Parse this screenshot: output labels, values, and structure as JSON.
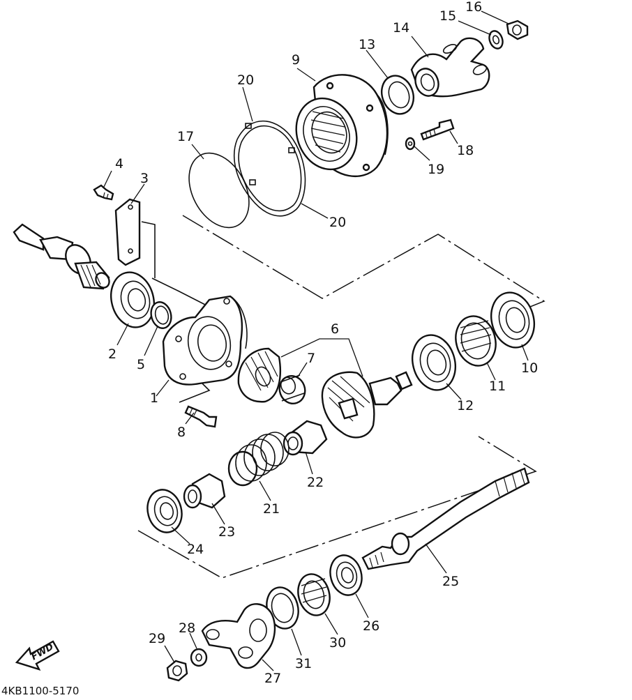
{
  "part_numbers": [
    "1",
    "2",
    "3",
    "4",
    "5",
    "6",
    "7",
    "8",
    "9",
    "10",
    "11",
    "12",
    "13",
    "14",
    "15",
    "16",
    "17",
    "18",
    "19",
    "20",
    "20",
    "21",
    "22",
    "23",
    "24",
    "25",
    "26",
    "27",
    "28",
    "29",
    "30",
    "31"
  ],
  "figure_code": "4KB1100-5170",
  "fwd_label": "FWD"
}
